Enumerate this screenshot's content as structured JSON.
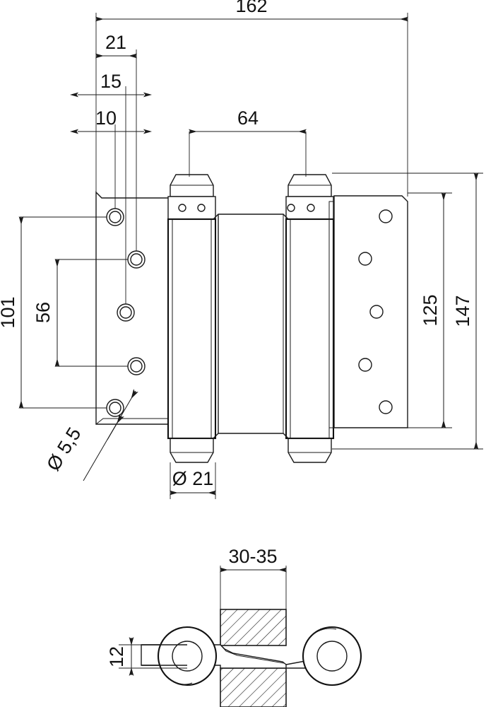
{
  "drawing": {
    "title": "Double action spring hinge – technical drawing",
    "line_color": "#1a1a1a",
    "background": "#ffffff",
    "units": "mm",
    "views": [
      {
        "name": "front-elevation",
        "label": ""
      },
      {
        "name": "top-section",
        "label": ""
      }
    ]
  },
  "dimensions": {
    "overall_width": "162",
    "edge_to_first_hole_col": "21",
    "edge_to_second_hole_col": "15",
    "edge_to_third_hole_col": "10",
    "barrel_center_distance": "64",
    "plate_hole_span_vertical": "101",
    "inner_hole_span_vertical": "56",
    "right_leaf_hole_span": "125",
    "right_leaf_height": "147",
    "hole_diameter": "Ø 5,5",
    "barrel_diameter": "Ø 21",
    "door_thickness": "30-35",
    "leaf_thickness": "12"
  },
  "annotations": {
    "hole_callout": "Ø 5,5",
    "barrel_callout": "Ø 21"
  }
}
